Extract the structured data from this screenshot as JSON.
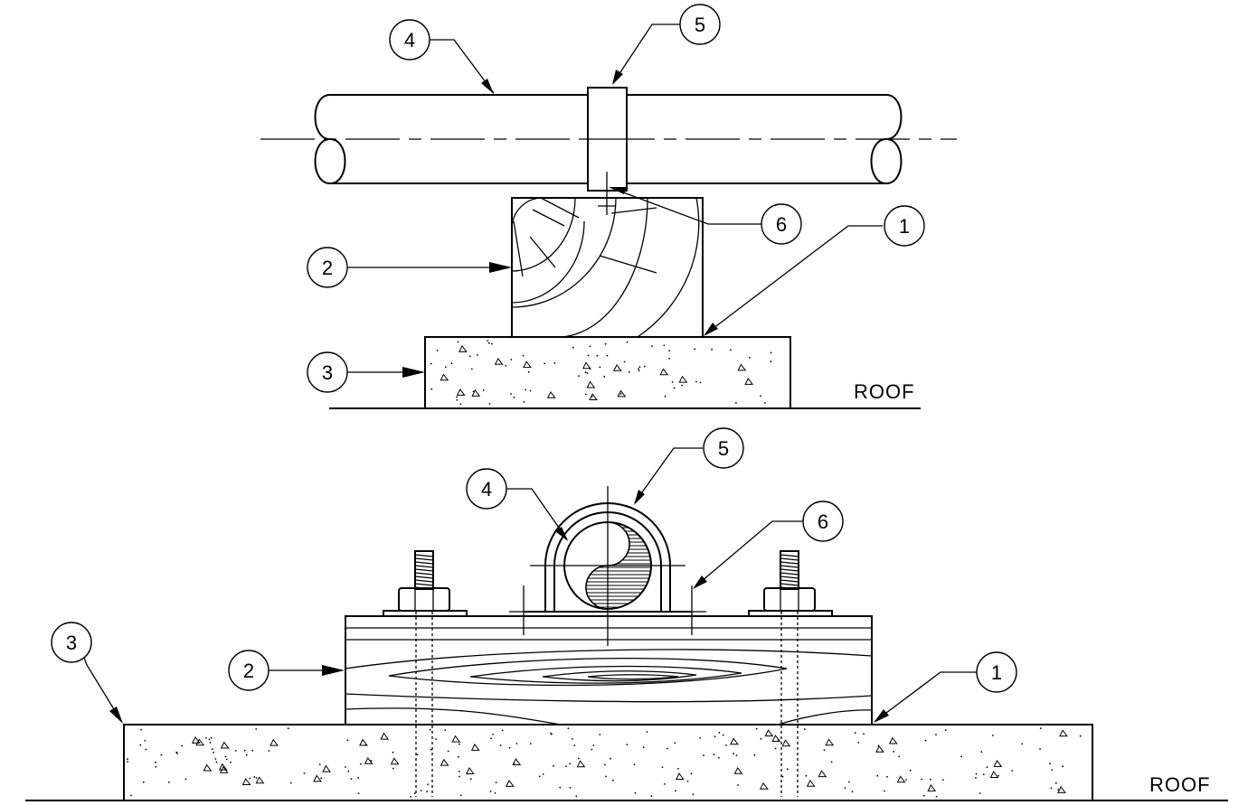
{
  "top_view": {
    "roof_label": "ROOF",
    "callouts": [
      {
        "id": "top-callout-4",
        "text": "4"
      },
      {
        "id": "top-callout-5",
        "text": "5"
      },
      {
        "id": "top-callout-6",
        "text": "6"
      },
      {
        "id": "top-callout-1",
        "text": "1"
      },
      {
        "id": "top-callout-2",
        "text": "2"
      },
      {
        "id": "top-callout-3",
        "text": "3"
      }
    ]
  },
  "bottom_view": {
    "roof_label": "ROOF",
    "callouts": [
      {
        "id": "bottom-callout-5",
        "text": "5"
      },
      {
        "id": "bottom-callout-4",
        "text": "4"
      },
      {
        "id": "bottom-callout-6",
        "text": "6"
      },
      {
        "id": "bottom-callout-3",
        "text": "3"
      },
      {
        "id": "bottom-callout-2",
        "text": "2"
      },
      {
        "id": "bottom-callout-1",
        "text": "1"
      }
    ]
  }
}
